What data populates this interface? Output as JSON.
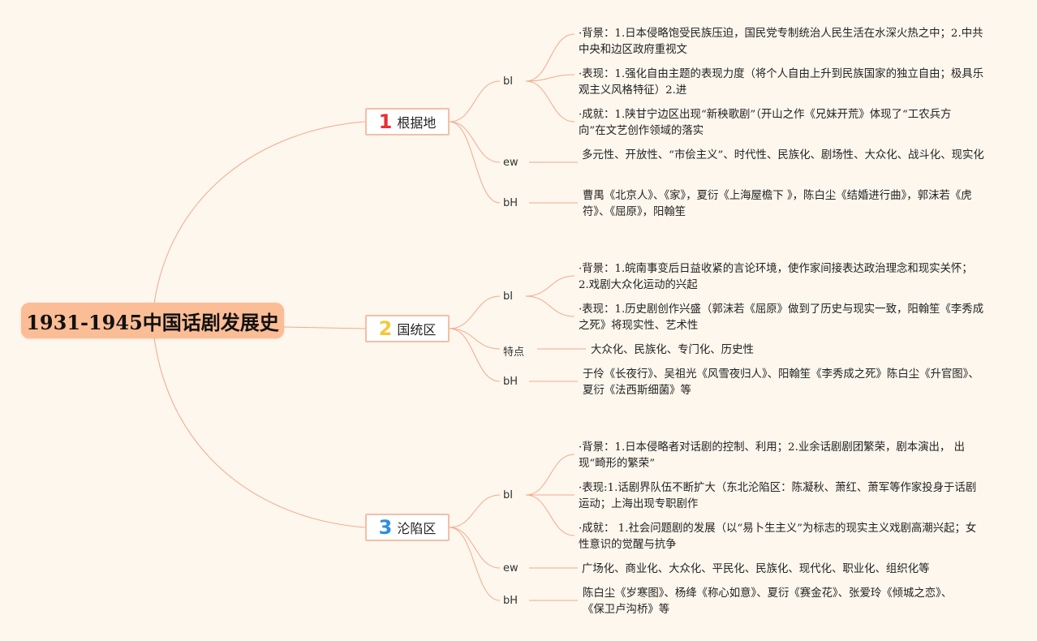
{
  "title": "1931-1945中国话剧发展史",
  "colors": {
    "root_fill": "#fbbd96",
    "branch_border": "#f4bfa6",
    "line": "#f4a98a",
    "num1": "#e8302f",
    "num2": "#f3c83a",
    "num3": "#2f8de0"
  },
  "branches": [
    {
      "num": "1",
      "label": "根据地",
      "subs": [
        {
          "label": "bI",
          "items": [
            "·背景：1.日本侵略饱受民族压迫，国民党专制统治人民生活在水深火热之中；2.中共中央和边区政府重视文",
            "·表现：1.强化自由主题的表现力度（将个人自由上升到民族国家的独立自由；极具乐观主义风格特征）2.进",
            "·成就：1.陕甘宁边区出现“新秧歌剧”（开山之作《兄妹开荒》体现了“工农兵方向”在文艺创作领域的落实"
          ]
        },
        {
          "label": "ew",
          "items": [
            "多元性、开放性、“市侩主义”、时代性、民族化、剧场性、大众化、战斗化、现实化"
          ]
        },
        {
          "label": "bH",
          "items": [
            "曹禺《北京人》、《家》，夏衍《上海屋檐下 》，陈白尘《结婚进行曲》，郭沫若《虎符》、《屈原》，阳翰笙"
          ]
        }
      ]
    },
    {
      "num": "2",
      "label": "国统区",
      "subs": [
        {
          "label": "bI",
          "items": [
            "·背景：1.皖南事变后日益收紧的言论环境，使作家间接表达政治理念和现实关怀；2.戏剧大众化运动的兴起",
            "·表现：1.历史剧创作兴盛（郭沫若《屈原》做到了历史与现实一致，阳翰笙《李秀成之死》将现实性、艺术性"
          ]
        },
        {
          "label": "特点",
          "items": [
            "大众化、民族化、专门化、历史性"
          ]
        },
        {
          "label": "bH",
          "items": [
            "于伶《长夜行》、吴祖光《风雪夜归人》、阳翰笙《李秀成之死》陈白尘《升官图》、夏衍《法西斯细菌》等"
          ]
        }
      ]
    },
    {
      "num": "3",
      "label": "沦陷区",
      "subs": [
        {
          "label": "bI",
          "items": [
            "·背景：1.日本侵略者对话剧的控制、利用；2.业余话剧剧团繁荣，剧本演出， 出现“畸形的繁荣”",
            "·表现:1.话剧界队伍不断扩大（东北沦陷区：陈凝秋、萧红、萧军等作家投身于话剧运动；上海出现专职剧作",
            "·成就： 1.社会问题剧的发展（以“易卜生主义”为标志的现实主义戏剧高潮兴起；女性意识的觉醒与抗争"
          ]
        },
        {
          "label": "ew",
          "items": [
            "广场化、商业化、大众化、平民化、民族化、现代化、职业化、组织化等"
          ]
        },
        {
          "label": "bH",
          "items": [
            "陈白尘《岁寒图》、杨绛《称心如意》、夏衍《赛金花》、张爱玲《倾城之恋》、《保卫卢沟桥》等"
          ]
        }
      ]
    }
  ]
}
